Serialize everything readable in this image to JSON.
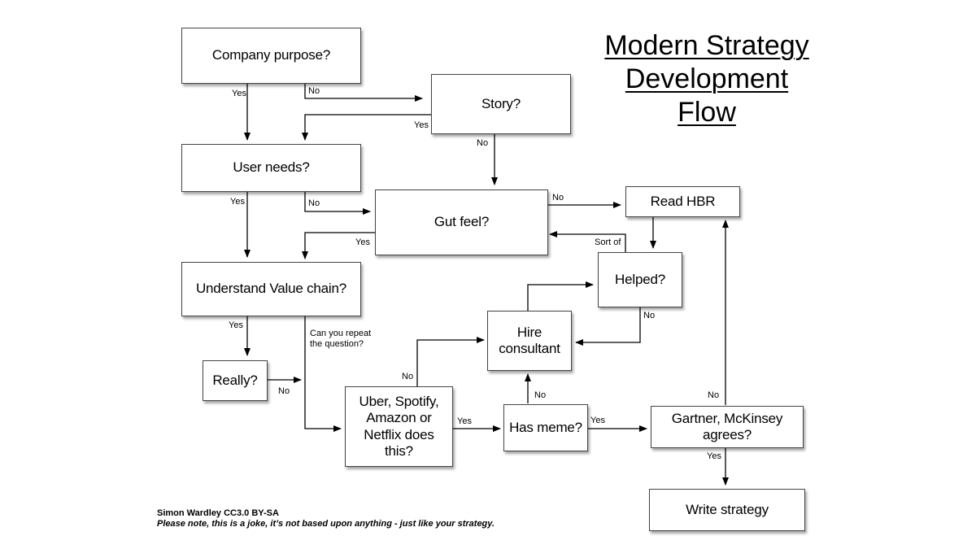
{
  "title": "Modern Strategy\n Development\nFlow",
  "nodes": {
    "company_purpose": "Company purpose?",
    "story": "Story?",
    "user_needs": "User needs?",
    "gut_feel": "Gut feel?",
    "read_hbr": "Read HBR",
    "understand_value_chain": "Understand Value chain?",
    "helped": "Helped?",
    "hire_consultant": "Hire\nconsultant",
    "really": "Really?",
    "uber_spotify": "Uber,  Spotify,\nAmazon or\nNetflix does this?",
    "has_meme": "Has meme?",
    "gartner_mckinsey": "Gartner, McKinsey\nagrees?",
    "write_strategy": "Write strategy"
  },
  "edge_labels": {
    "purpose_yes": "Yes",
    "purpose_no": "No",
    "story_yes": "Yes",
    "story_no": "No",
    "user_needs_yes": "Yes",
    "user_needs_no": "No",
    "gut_no": "No",
    "gut_yes": "Yes",
    "sort_of": "Sort of",
    "helped_no": "No",
    "value_chain_yes": "Yes",
    "repeat_question": "Can you repeat\nthe question?",
    "really_no": "No",
    "uber_no": "No",
    "uber_yes": "Yes",
    "meme_no": "No",
    "meme_yes": "Yes",
    "gartner_no": "No",
    "gartner_yes": "Yes"
  },
  "credit": {
    "author": "Simon Wardley CC3.0 BY-SA",
    "note": "Please note, this is a joke, it’s not based upon anything - just like your strategy."
  }
}
